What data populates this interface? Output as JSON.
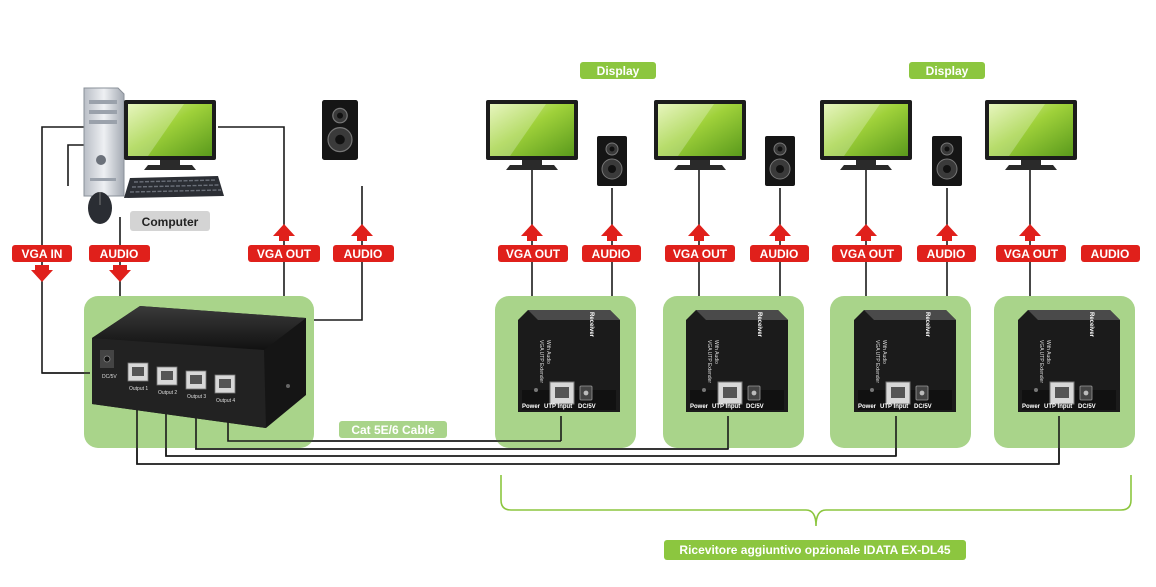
{
  "labels": {
    "display_1": "Display",
    "display_2": "Display",
    "computer": "Computer",
    "vga_in": "VGA IN",
    "audio_in": "AUDIO",
    "vga_out_main": "VGA OUT",
    "audio_out_main": "AUDIO",
    "receivers": [
      {
        "vga": "VGA OUT",
        "audio": "AUDIO"
      },
      {
        "vga": "VGA OUT",
        "audio": "AUDIO"
      },
      {
        "vga": "VGA OUT",
        "audio": "AUDIO"
      },
      {
        "vga": "VGA OUT",
        "audio": "AUDIO"
      }
    ],
    "cable": "Cat 5E/6 Cable",
    "optional_receiver": "Ricevitore aggiuntivo opzionale IDATA EX-DL45"
  },
  "device_text": {
    "receiver_side": "Receiver",
    "receiver_title_1": "VGA UTP Extender",
    "receiver_title_2": "With Audio",
    "power": "Power",
    "utp_input": "UTP Input",
    "dc5v": "DC/5V",
    "sender_ports": [
      "Output 1",
      "Output 2",
      "Output 3",
      "Output 4"
    ],
    "sender_dc": "DC/5V"
  },
  "colors": {
    "green_panel": "#a9d48a",
    "green_label": "#8cc63f",
    "red_label": "#e0201b",
    "gray_label": "#d4d4d4",
    "wire": "#1a1a1a"
  }
}
